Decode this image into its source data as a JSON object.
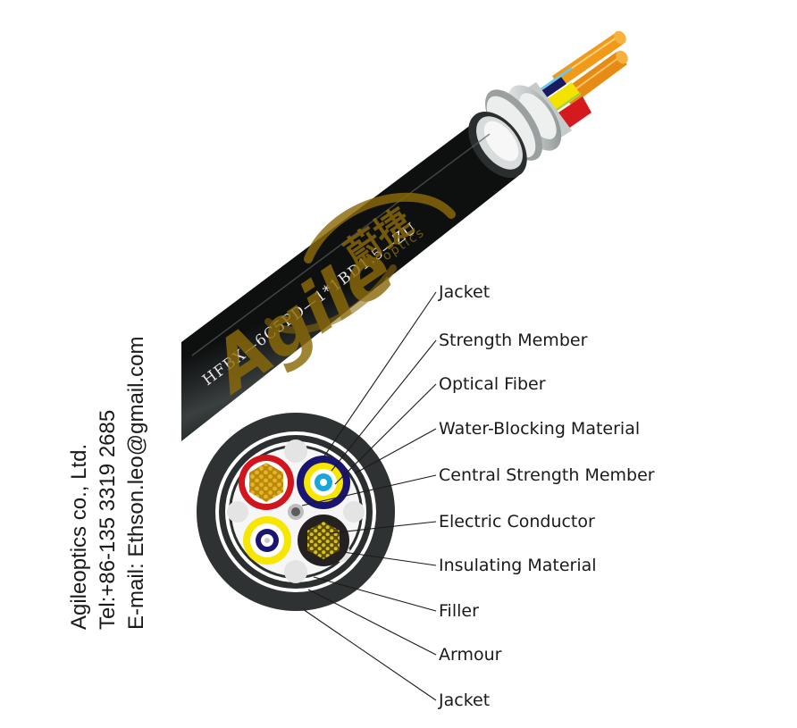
{
  "title": "",
  "cable_print": "HFBX—6C5PD—1*1BD1.5—ZU",
  "watermark": {
    "brand": "Agile",
    "chinese": "蔚捷",
    "subtitle": "optics"
  },
  "contact": {
    "company": "Agileoptics co., Ltd.",
    "phone": "Tel:+86-135 3319 2685",
    "email": "E-mail: Ethson.leo@gmail.com"
  },
  "labels": [
    {
      "text": "Jacket"
    },
    {
      "text": "Strength Member"
    },
    {
      "text": "Optical Fiber"
    },
    {
      "text": "Water-Blocking Material"
    },
    {
      "text": "Central Strength Member"
    },
    {
      "text": "Electric Conductor"
    },
    {
      "text": "Insulating Material"
    },
    {
      "text": "Filler"
    },
    {
      "text": "Armour"
    },
    {
      "text": "Jacket"
    }
  ],
  "colors": {
    "jacket": "#2b2f2f",
    "conductor": "#d9a513",
    "insulation_red": "#d0151c",
    "unit_blue": "#1a1570",
    "unit_yellow": "#f6e600",
    "fiber_cyan": "#19a7d8",
    "filler": "#e7e7e7",
    "strength_orange": "#f49a18",
    "watermark": "#8b6a0a"
  }
}
